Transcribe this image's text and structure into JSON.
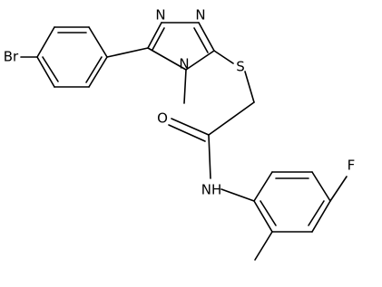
{
  "molecule": {
    "atoms": {
      "br": "Br",
      "n_triazole_top_left": "N",
      "n_triazole_top_right": "N",
      "n_methyl": "N",
      "s": "S",
      "o": "O",
      "nh": "NH",
      "f": "F"
    }
  }
}
